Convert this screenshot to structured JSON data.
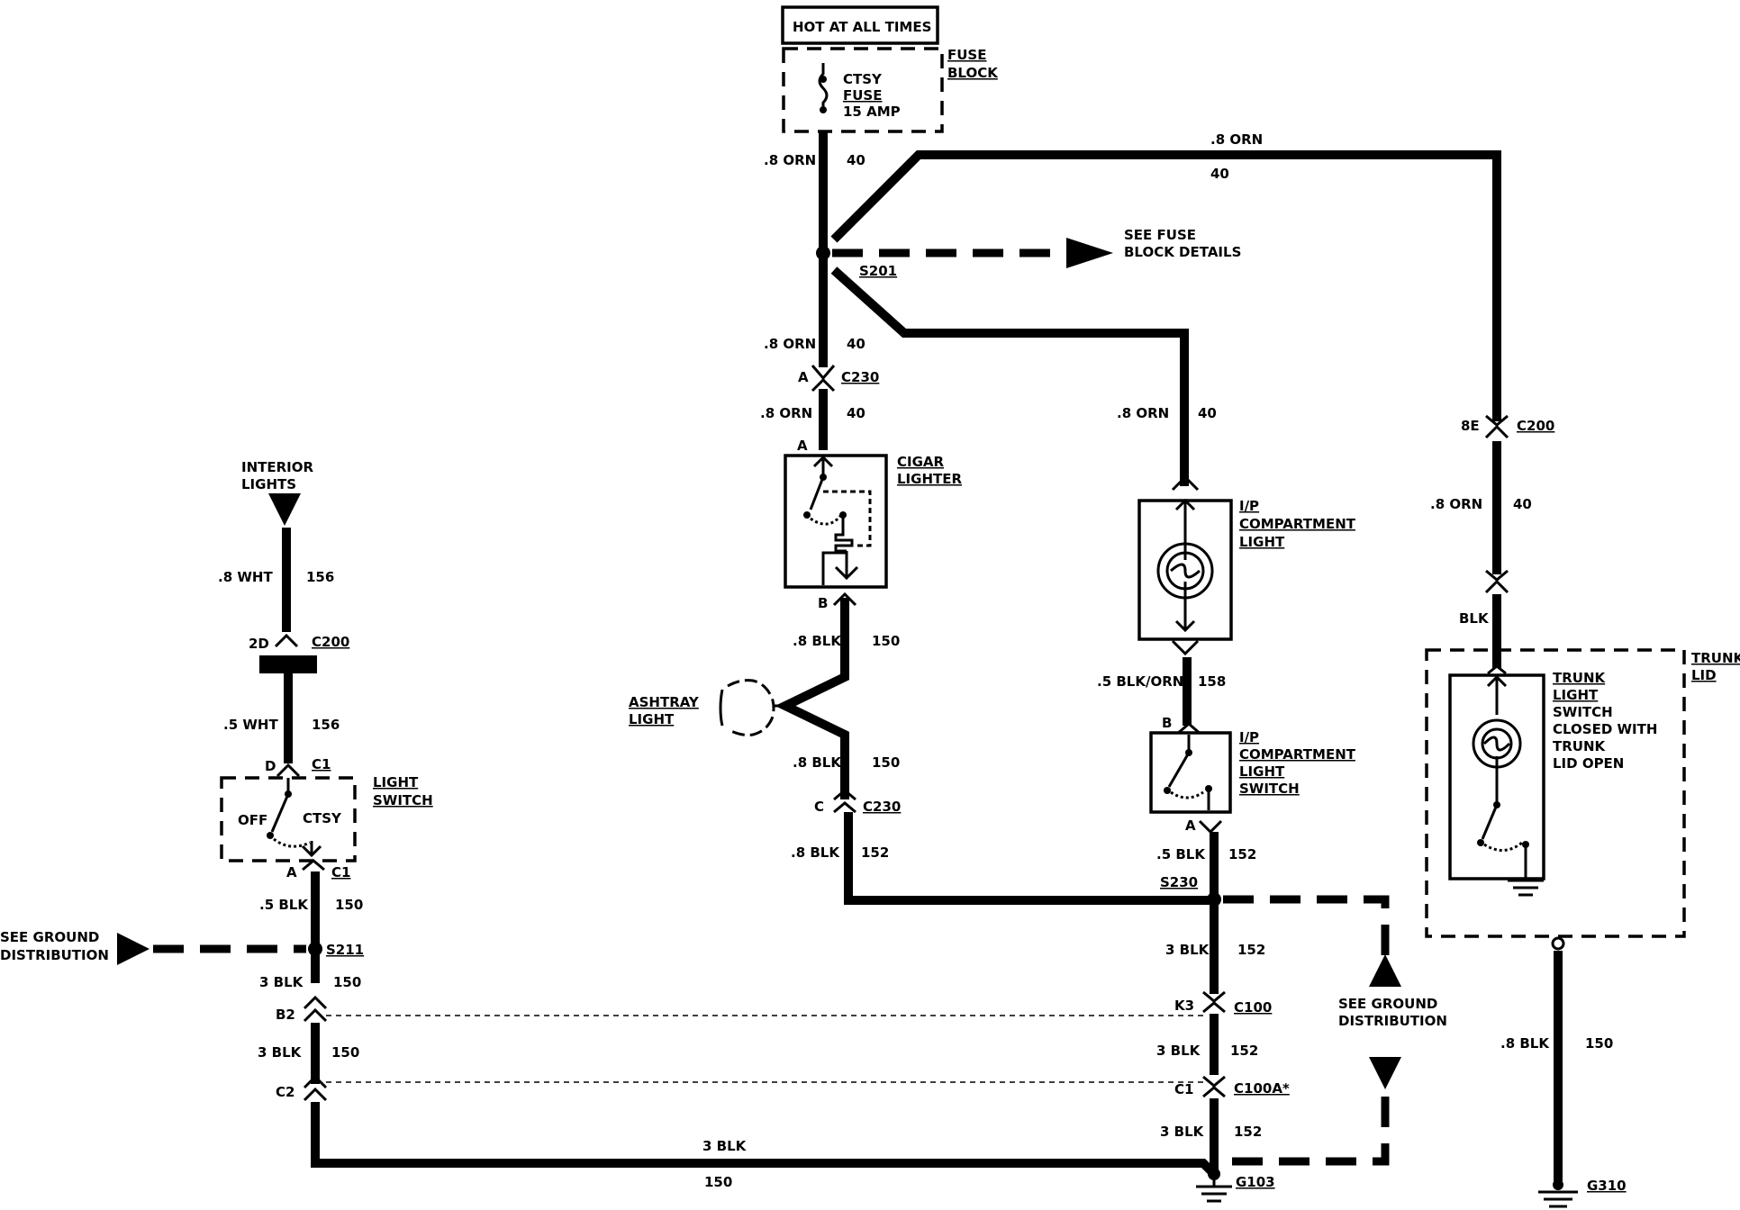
{
  "header": {
    "hot_at_all_times": "HOT AT ALL TIMES"
  },
  "fuse": {
    "block_label_1": "FUSE",
    "block_label_2": "BLOCK",
    "name_1": "CTSY",
    "name_2": "FUSE",
    "rating": "15 AMP"
  },
  "wires": {
    "fuse_out_gauge": ".8 ORN",
    "fuse_out_circuit": "40",
    "top_gauge": ".8 ORN",
    "top_circuit": "40",
    "c230a_in_gauge": ".8 ORN",
    "c230a_in_circuit": "40",
    "c230a_out_gauge": ".8 ORN",
    "c230a_out_circuit": "40",
    "ip_feed_gauge": ".8 ORN",
    "ip_feed_circuit": "40",
    "trunk_feed_gauge": ".8 ORN",
    "trunk_feed_circuit": "40",
    "cigar_out_gauge": ".8 BLK",
    "cigar_out_circuit": "150",
    "ashtray_out_gauge": ".8 BLK",
    "ashtray_out_circuit": "150",
    "c230c_out_gauge": ".8 BLK",
    "c230c_out_circuit": "152",
    "ip_light_out_gauge": ".5 BLK/ORN",
    "ip_light_out_circuit": "158",
    "ip_switch_out_gauge": ".5 BLK",
    "ip_switch_out_circuit": "152",
    "s230_out_gauge": "3 BLK",
    "s230_out_circuit": "152",
    "c100_out_gauge": "3 BLK",
    "c100_out_circuit": "152",
    "c100a_out_gauge": "3 BLK",
    "c100a_out_circuit": "152",
    "interior_gauge": ".8  WHT",
    "interior_circuit": "156",
    "c200_out_gauge": ".5  WHT",
    "c200_out_circuit": "156",
    "ls_out_gauge": ".5 BLK",
    "ls_out_circuit": "150",
    "s211_out_gauge": "3 BLK",
    "s211_out_circuit": "150",
    "b2_out_gauge": "3 BLK",
    "b2_out_circuit": "150",
    "bottom_gauge": "3 BLK",
    "bottom_circuit": "150",
    "g310_gauge": ".8 BLK",
    "g310_circuit": "150"
  },
  "splices": {
    "s201": "S201",
    "s230": "S230",
    "s211": "S211"
  },
  "connectors": {
    "c230": "C230",
    "c230_pin_a": "A",
    "c230_pin_c": "C",
    "c200": "C200",
    "c200_pin_8e": "8E",
    "c200_pin_2d": "2D",
    "c1": "C1",
    "c1_pin_d": "D",
    "c1_pin_a": "A",
    "c100": "C100",
    "c100_pin_k3": "K3",
    "c100_pin_b2": "B2",
    "c100a": "C100A*",
    "c100a_pin_c1": "C1",
    "c100a_pin_c2": "C2",
    "cigar_pin_a": "A",
    "cigar_pin_b": "B",
    "ip_switch_pin_b": "B",
    "ip_switch_pin_a": "A",
    "trunk_pin_blk": "BLK"
  },
  "components": {
    "cigar_1": "CIGAR",
    "cigar_2": "LIGHTER",
    "ashtray_1": "ASHTRAY",
    "ashtray_2": "LIGHT",
    "ip_light_1": "I/P",
    "ip_light_2": "COMPARTMENT",
    "ip_light_3": "LIGHT",
    "ip_switch_1": "I/P",
    "ip_switch_2": "COMPARTMENT",
    "ip_switch_3": "LIGHT",
    "ip_switch_4": "SWITCH",
    "trunk_lid_1": "TRUNK",
    "trunk_lid_2": "LID",
    "trunk_sw_1": "TRUNK",
    "trunk_sw_2": "LIGHT",
    "trunk_sw_3": "SWITCH",
    "trunk_sw_4": "CLOSED WITH",
    "trunk_sw_5": "TRUNK",
    "trunk_sw_6": "LID OPEN",
    "interior_1": "INTERIOR",
    "interior_2": "LIGHTS",
    "light_switch_1": "LIGHT",
    "light_switch_2": "SWITCH",
    "off": "OFF",
    "ctsy": "CTSY"
  },
  "references": {
    "fuse_details_1": "SEE FUSE",
    "fuse_details_2": "BLOCK DETAILS",
    "ground_left_1": "SEE GROUND",
    "ground_left_2": "DISTRIBUTION",
    "ground_right_1": "SEE GROUND",
    "ground_right_2": "DISTRIBUTION"
  },
  "grounds": {
    "g103": "G103",
    "g310": "G310"
  }
}
